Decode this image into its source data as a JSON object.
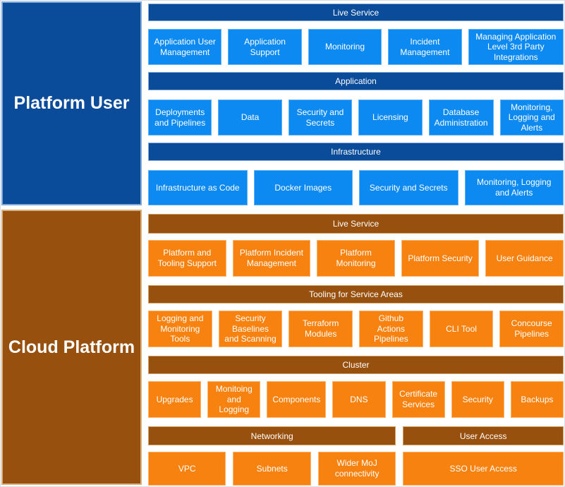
{
  "diagram": {
    "colors": {
      "lane_user_fill": "#0a4c9a",
      "lane_user_border": "#7fa9d9",
      "lane_cloud_fill": "#98500e",
      "lane_cloud_border": "#d7ae7c",
      "blue_box_fill": "#0d8af2",
      "blue_box_border": "#5fb2f6",
      "orange_box_fill": "#f8820f",
      "orange_box_border": "#fbb469",
      "text": "#ffffff"
    },
    "lanes": [
      {
        "title": "Platform User",
        "rows": [
          {
            "header": "Live Service",
            "items": [
              "Application User Management",
              "Application Support",
              "Monitoring",
              "Incident Management",
              "Managing Application Level 3rd Party Integrations"
            ]
          },
          {
            "header": "Application",
            "items": [
              "Deployments and Pipelines",
              "Data",
              "Security and Secrets",
              "Licensing",
              "Database Administration",
              "Monitoring, Logging and Alerts"
            ]
          },
          {
            "header": "Infrastructure",
            "items": [
              "Infrastructure as Code",
              "Docker Images",
              "Security and Secrets",
              "Monitoring, Logging and Alerts"
            ]
          }
        ]
      },
      {
        "title": "Cloud Platform",
        "rows": [
          {
            "header": "Live Service",
            "items": [
              "Platform and Tooling Support",
              "Platform Incident Management",
              "Platform Monitoring",
              "Platform Security",
              "User Guidance"
            ]
          },
          {
            "header": "Tooling for Service Areas",
            "items": [
              "Logging and Monitoring Tools",
              "Security Baselines and Scanning",
              "Terraform Modules",
              "Github Actions Pipelines",
              "CLI Tool",
              "Concourse Pipelines"
            ]
          },
          {
            "header": "Cluster",
            "items": [
              "Upgrades",
              "Monitoing and Logging",
              "Components",
              "DNS",
              "Certificate Services",
              "Security",
              "Backups"
            ]
          }
        ],
        "split_row": {
          "left": {
            "header": "Networking",
            "items": [
              "VPC",
              "Subnets",
              "Wider MoJ connectivity"
            ]
          },
          "right": {
            "header": "User Access",
            "items": [
              "SSO User Access"
            ]
          }
        }
      }
    ]
  }
}
